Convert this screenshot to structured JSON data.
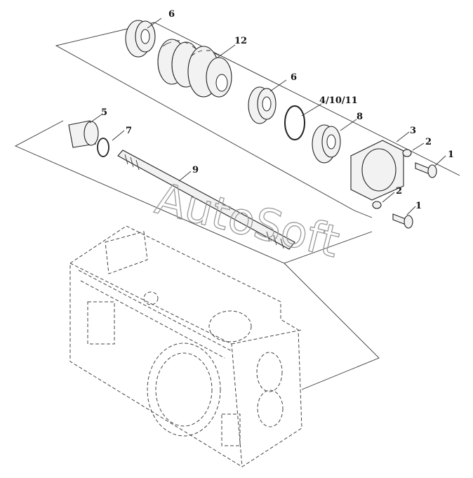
{
  "labels": {
    "p6_top": "6",
    "p12": "12",
    "p6_mid": "6",
    "p4_10_11": "4/10/11",
    "p8": "8",
    "p5": "5",
    "p7": "7",
    "p3": "3",
    "p2_top": "2",
    "p1_top": "1",
    "p9": "9",
    "p2_bottom": "2",
    "p1_bottom": "1"
  },
  "watermark": "AutoSoft"
}
